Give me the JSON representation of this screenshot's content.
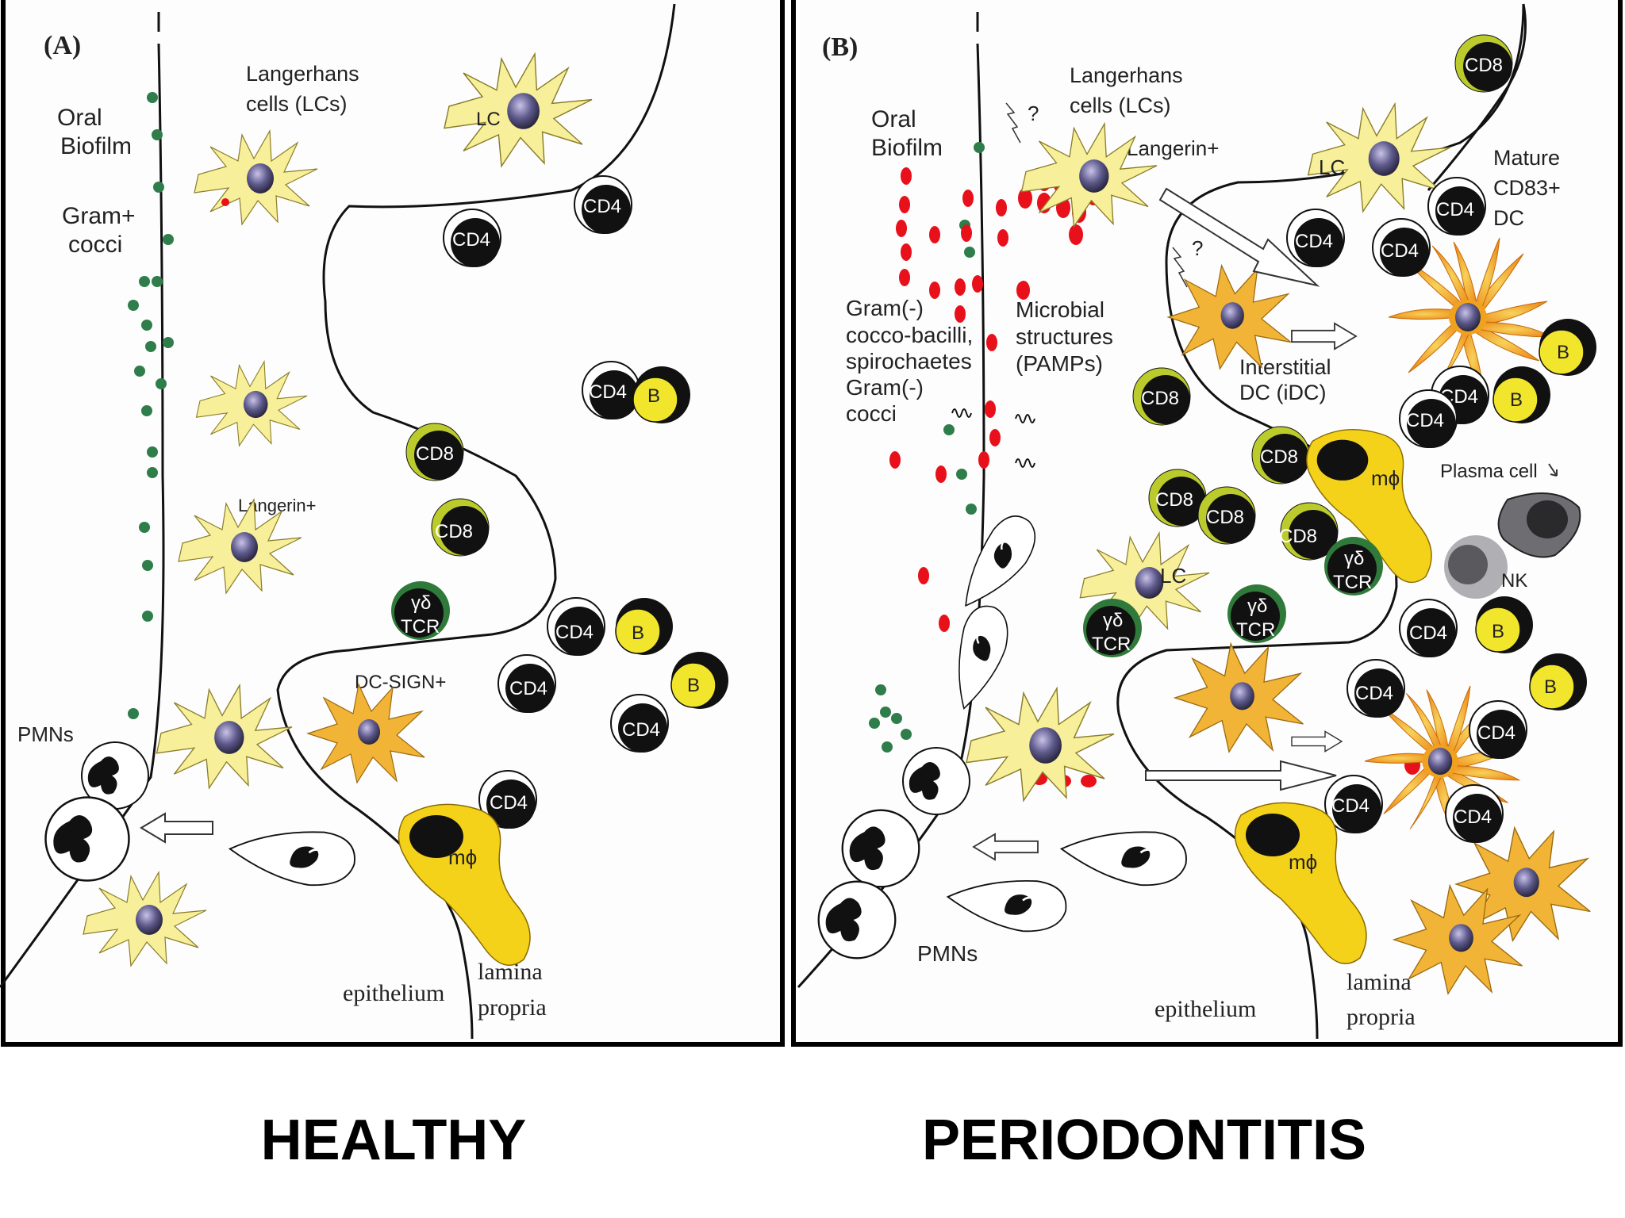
{
  "panels": {
    "a": {
      "letter": "(A)",
      "oral_biofilm": [
        "Oral",
        "Biofilm"
      ],
      "gram_pos": [
        "Gram+",
        "cocci"
      ],
      "lc_label": [
        "Langerhans",
        "cells (LCs)"
      ],
      "langerin": "Langerin+",
      "dc_sign": "DC-SIGN+",
      "pmns": "PMNs",
      "epithelium": "epithelium",
      "lamina": [
        "lamina",
        "propria"
      ],
      "caption": "HEALTHY"
    },
    "b": {
      "letter": "(B)",
      "oral_biofilm": [
        "Oral",
        "Biofilm"
      ],
      "lc_label": [
        "Langerhans",
        "cells (LCs)"
      ],
      "langerin": "Langerin+",
      "gram_neg": [
        "Gram(-)",
        "cocco-bacilli,",
        "spirochaetes",
        "Gram(-)",
        "cocci"
      ],
      "microbial": [
        "Microbial",
        "structures",
        "(PAMPs)"
      ],
      "interstitial": [
        "Interstitial",
        "DC (iDC)"
      ],
      "mature": [
        "Mature",
        "CD83+",
        "DC"
      ],
      "plasma": "Plasma cell",
      "nk": "NK",
      "pmns": "PMNs",
      "epithelium": "epithelium",
      "lamina": [
        "lamina",
        "propria"
      ],
      "question": "?",
      "caption": "PERIODONTITIS"
    }
  },
  "cell_labels": {
    "lc": "LC",
    "cd4": "CD4",
    "cd8": "CD8",
    "b": "B",
    "gd": "γδ",
    "tcr": "TCR",
    "mphi": "mϕ"
  },
  "colors": {
    "lc_fill": "#f7ef9a",
    "dc_fill": "#f2b437",
    "mphi_fill": "#f4d21a",
    "cd8_rim": "#bccb2c",
    "tcr_rim": "#2f7a3a",
    "b_fill": "#f2e62c",
    "bacteria_green": "#2e7d4a",
    "bacteria_red": "#e8101a",
    "border": "#000000"
  }
}
